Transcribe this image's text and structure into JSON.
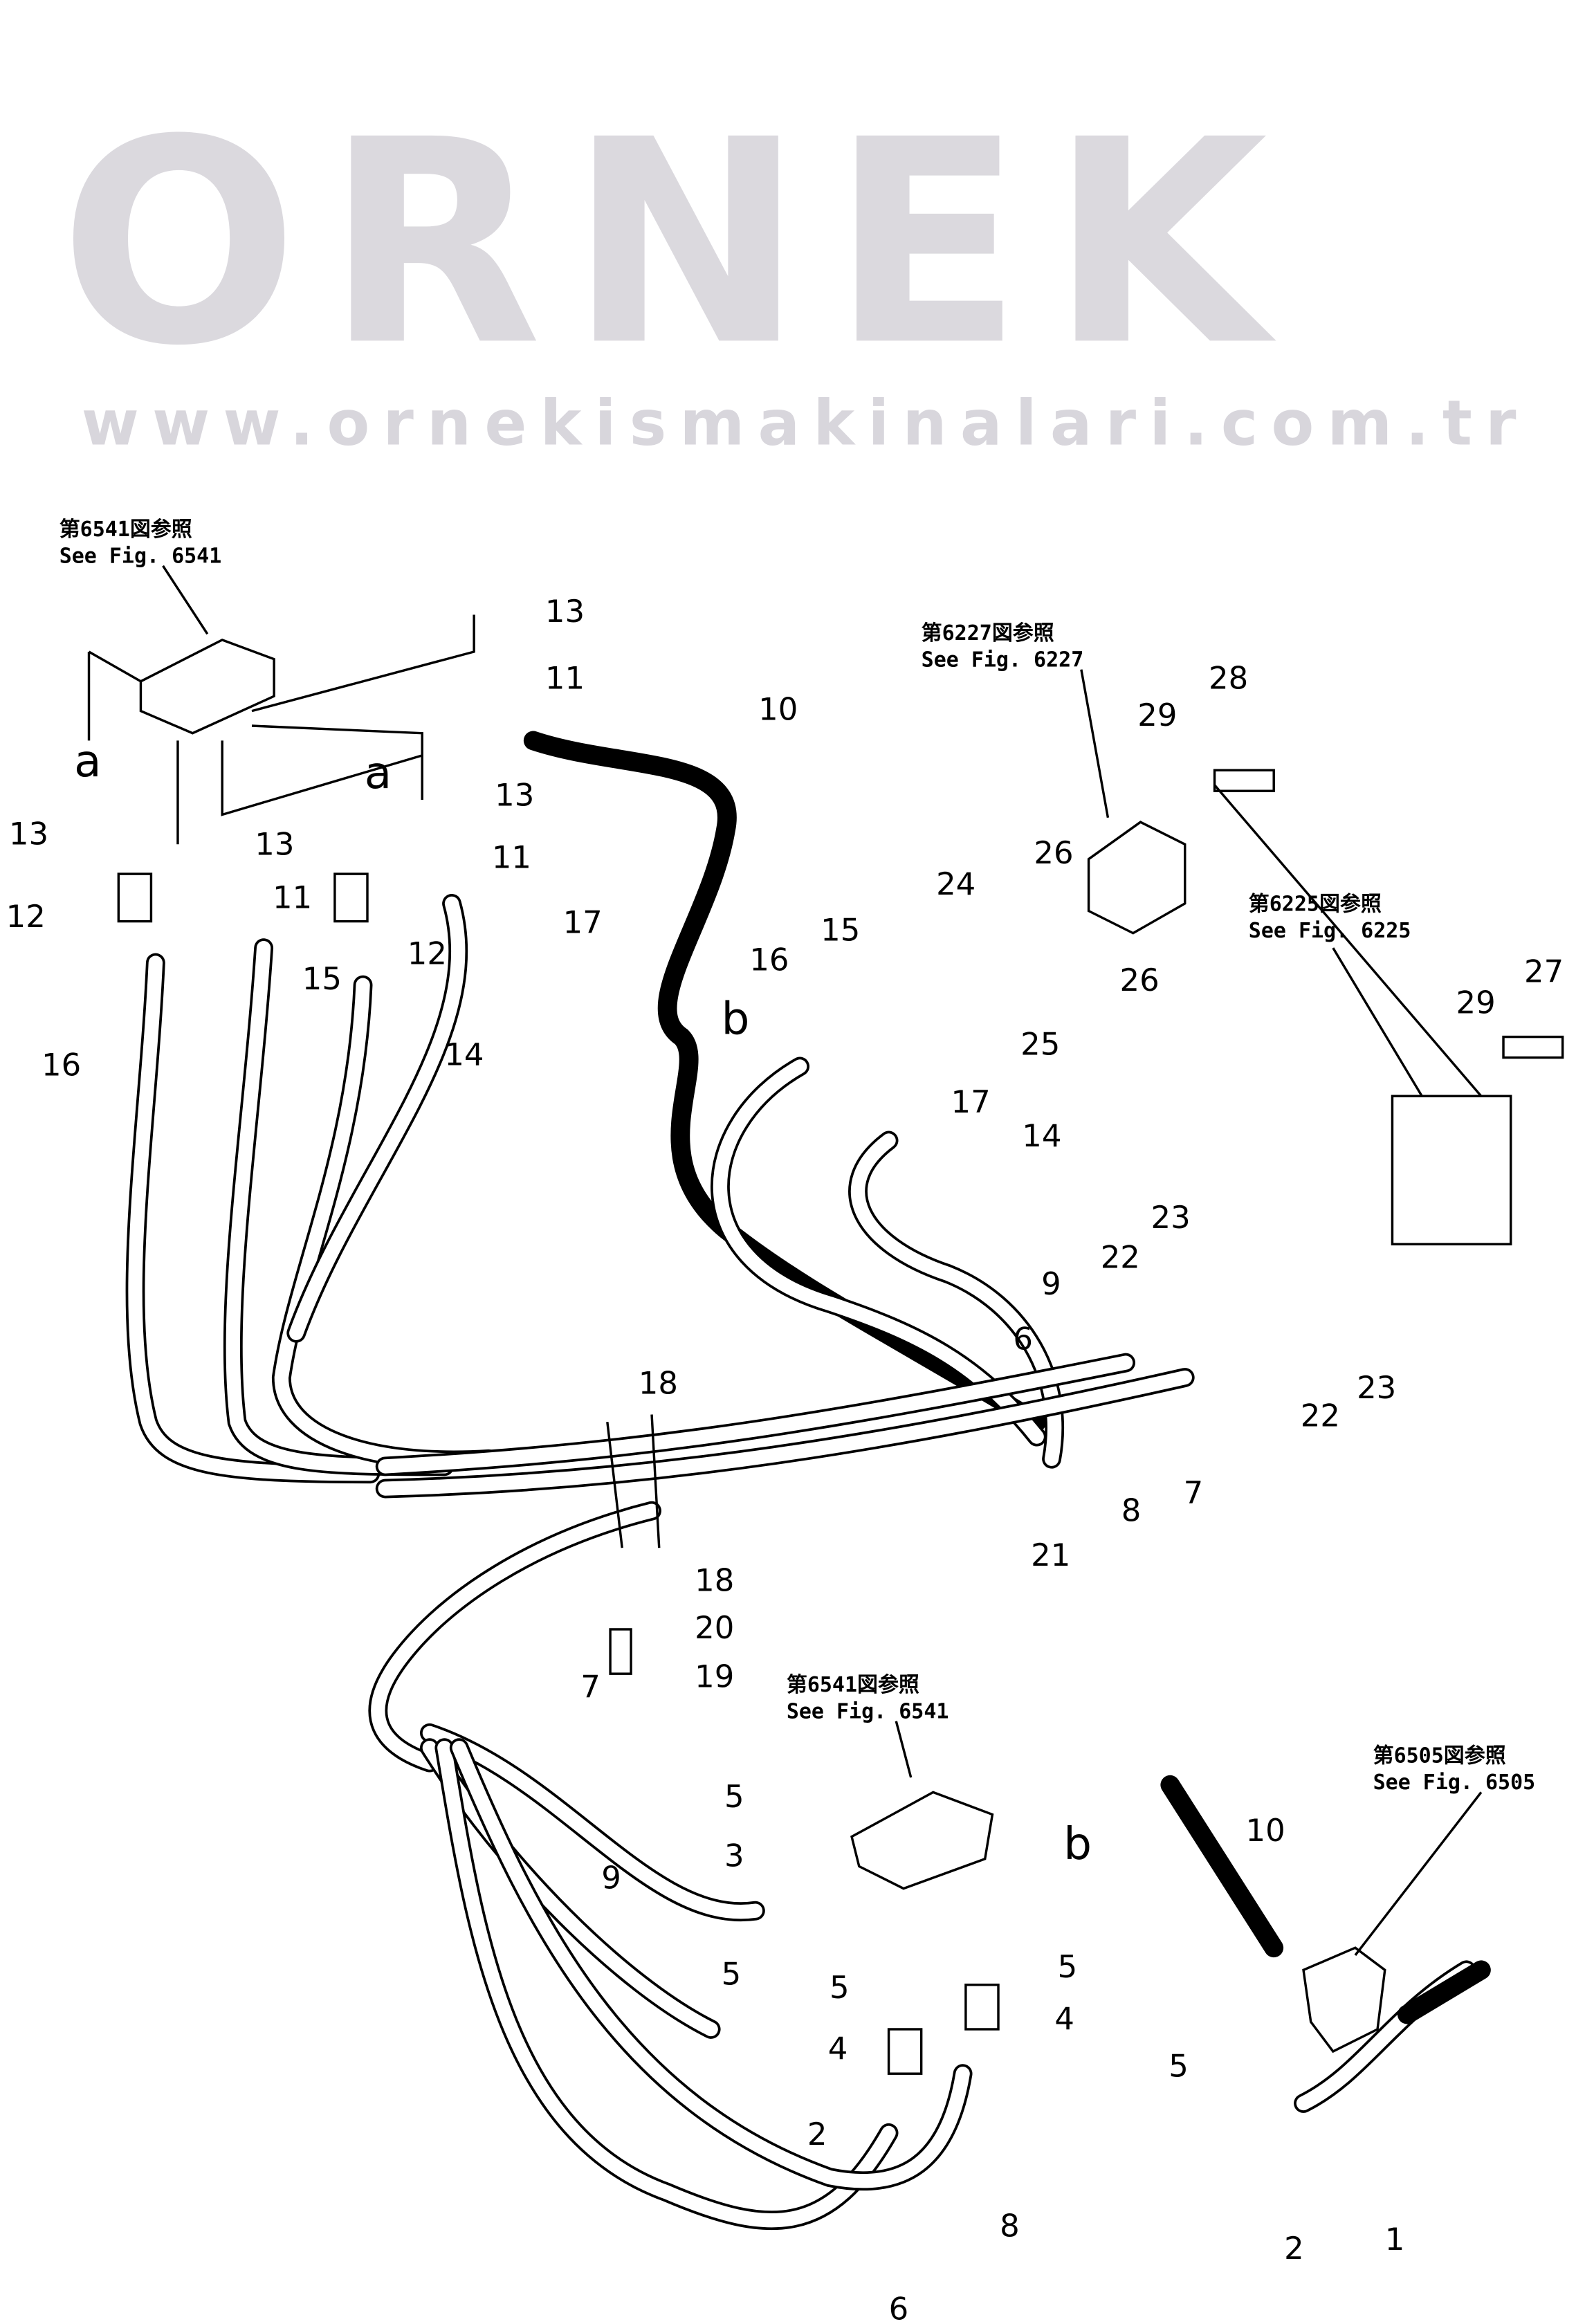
{
  "references": [
    {
      "jp": "第6541図参照",
      "en": "See Fig. 6541"
    },
    {
      "jp": "第6227図参照",
      "en": "See Fig. 6227"
    },
    {
      "jp": "第6225図参照",
      "en": "See Fig. 6225"
    },
    {
      "jp": "第6541図参照",
      "en": "See Fig. 6541"
    },
    {
      "jp": "第6505図参照",
      "en": "See Fig. 6505"
    }
  ],
  "watermark": {
    "brand": "ORNEK",
    "url": "www.ornekismakinalari.com.tr"
  },
  "letters": [
    "a",
    "a",
    "b",
    "b"
  ],
  "callouts": [
    "13",
    "11",
    "10",
    "13",
    "11",
    "13",
    "13",
    "11",
    "12",
    "12",
    "17",
    "15",
    "14",
    "16",
    "29",
    "28",
    "26",
    "24",
    "15",
    "16",
    "26",
    "25",
    "29",
    "27",
    "17",
    "14",
    "23",
    "22",
    "9",
    "6",
    "22",
    "23",
    "18",
    "8",
    "7",
    "21",
    "18",
    "20",
    "19",
    "7",
    "5",
    "3",
    "9",
    "10",
    "5",
    "5",
    "5",
    "4",
    "4",
    "2",
    "5",
    "1",
    "8",
    "2",
    "6"
  ]
}
